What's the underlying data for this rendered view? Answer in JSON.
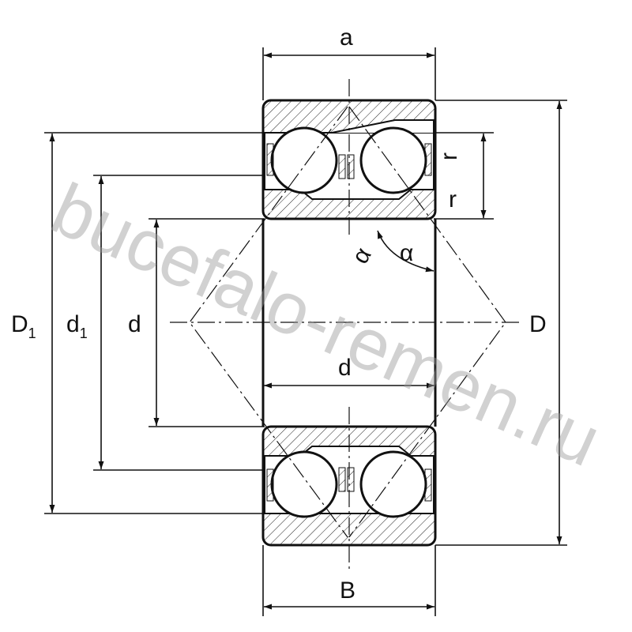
{
  "title": "Double row angular contact ball bearing dimensions",
  "labels": {
    "a": "a",
    "B": "B",
    "D": "D",
    "D1": "D",
    "D1_sub": "1",
    "d1": "d",
    "d1_sub": "1",
    "d": "d",
    "d_bore": "d",
    "r_top": "r",
    "r_bottom": "r",
    "alpha_left": "α",
    "alpha_right": "α"
  },
  "watermark": "bucefalo-remen.ru"
}
